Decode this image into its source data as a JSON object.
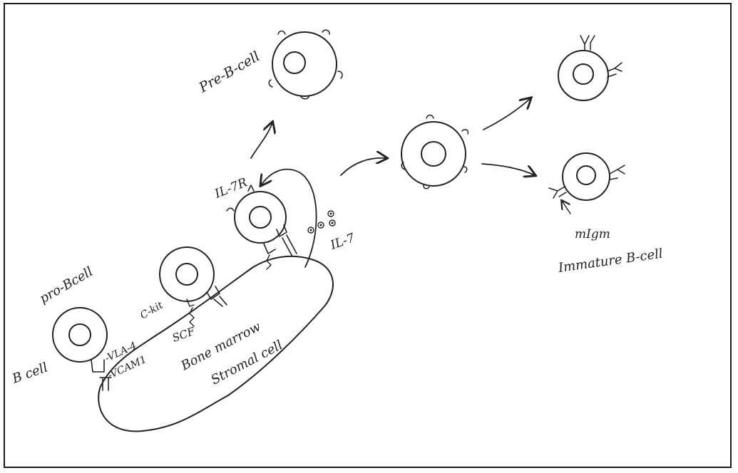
{
  "labels": {
    "pre_b_cell": "Pre-B-cell",
    "pro_b_cell": "pro-Bcell",
    "b_cell": "B cell",
    "vla4": "-VLA-4",
    "vcam1": "-VCAM1",
    "c_kit": "C-kit",
    "scf": "SCF",
    "il7r": "IL-7R",
    "il7": "IL-7",
    "stromal_line1": "Bone marrow",
    "stromal_line2": "Stromal cell",
    "migm": "mIgm",
    "immature_b_cell": "Immature B-cell"
  },
  "colors": {
    "ink": "#222222",
    "background": "#ffffff"
  }
}
